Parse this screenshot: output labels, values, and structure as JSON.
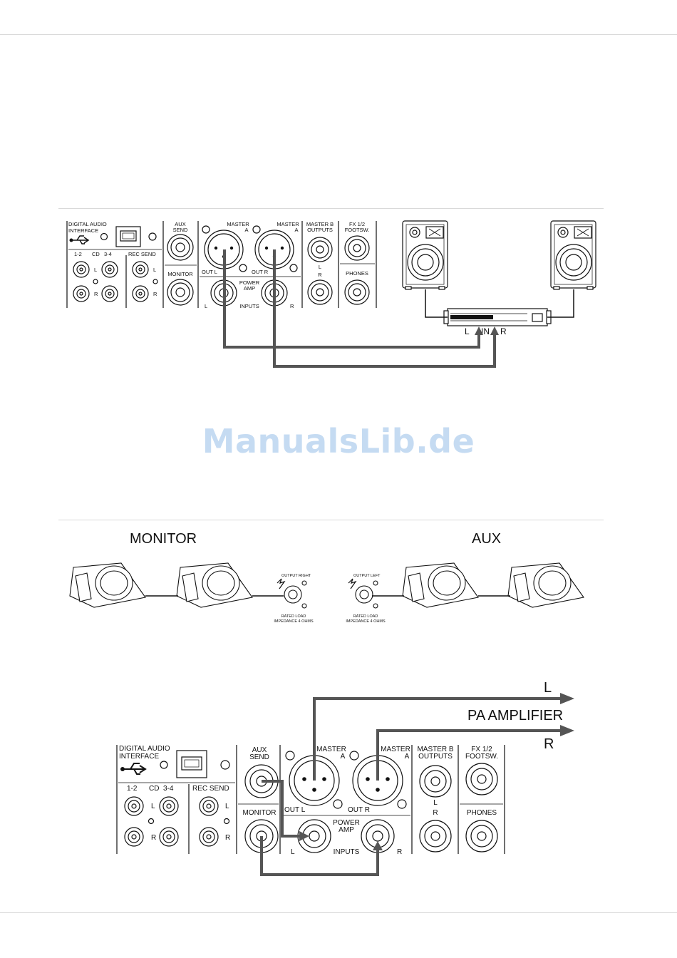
{
  "watermark": "ManualsLib.de",
  "panel": {
    "digital_audio_line1": "DIGITAL AUDIO",
    "digital_audio_line2": "INTERFACE",
    "cd_12": "1-2",
    "cd": "CD",
    "cd_34": "3-4",
    "rec_send": "REC SEND",
    "aux_send_1": "AUX",
    "aux_send_2": "SEND",
    "monitor": "MONITOR",
    "master_a_1": "MASTER",
    "master_a_2": "A",
    "out_l": "OUT L",
    "out_r": "OUT R",
    "power_amp_1": "POWER",
    "power_amp_2": "AMP",
    "inputs": "INPUTS",
    "master_b_1": "MASTER B",
    "master_b_2": "OUTPUTS",
    "fx_1": "FX 1/2",
    "fx_2": "FOOTSW.",
    "phones": "PHONES",
    "l": "L",
    "r": "R"
  },
  "diagram1": {
    "amp_l": "L",
    "amp_in": "IN",
    "amp_r": "R"
  },
  "diagram2": {
    "monitor_title": "MONITOR",
    "aux_title": "AUX",
    "output_right": "OUTPUT RIGHT",
    "output_left": "OUTPUT LEFT",
    "rated_load": "RATED LOAD",
    "impedance": "IMPEDANCE 4 OHMS"
  },
  "diagram3": {
    "l": "L",
    "pa_amplifier": "PA AMPLIFIER",
    "r": "R"
  }
}
